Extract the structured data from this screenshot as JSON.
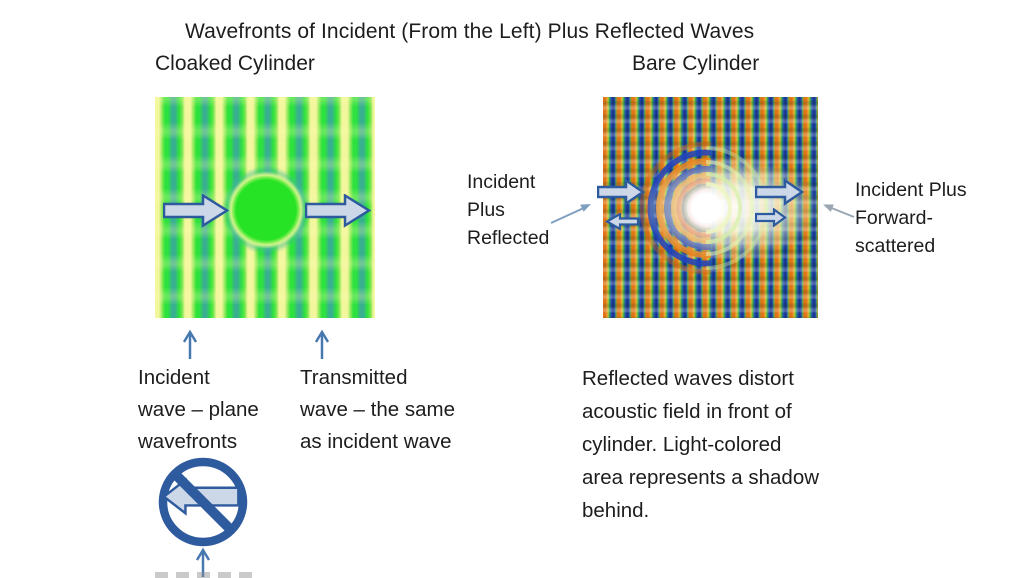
{
  "figure": {
    "title": "Wavefronts of Incident (From the Left) Plus Reflected Waves",
    "left_panel": {
      "label": "Cloaked Cylinder",
      "incident_caption": "Incident\nwave – plane\nwavefronts",
      "transmitted_caption": "Transmitted\nwave – the same\nas incident wave"
    },
    "right_panel": {
      "label": "Bare Cylinder",
      "annotation_left": "Incident\nPlus\nReflected",
      "annotation_right": "Incident Plus\nForward-\nscattered",
      "caption": "Reflected waves distort\nacoustic field in front of\ncylinder.  Light-colored\narea represents a shadow\nbehind."
    },
    "icons": {
      "block_arrow": "block-arrow",
      "no_symbol": "no-reflected-wave",
      "up_arrow": "up-pointer",
      "annotation_arrow": "thin-pointer"
    },
    "colors": {
      "block_arrow_fill": "#ccd8e8",
      "block_arrow_outline": "#2e5a9e",
      "no_symbol_blue": "#2e5a9e",
      "up_arrow_blue": "#4878b0",
      "pointer_arrow_blue": "#7f9fc0",
      "pointer_arrow_gray": "#9aa6b2",
      "text": "#1d1d1d",
      "background": "#ffffff"
    }
  }
}
